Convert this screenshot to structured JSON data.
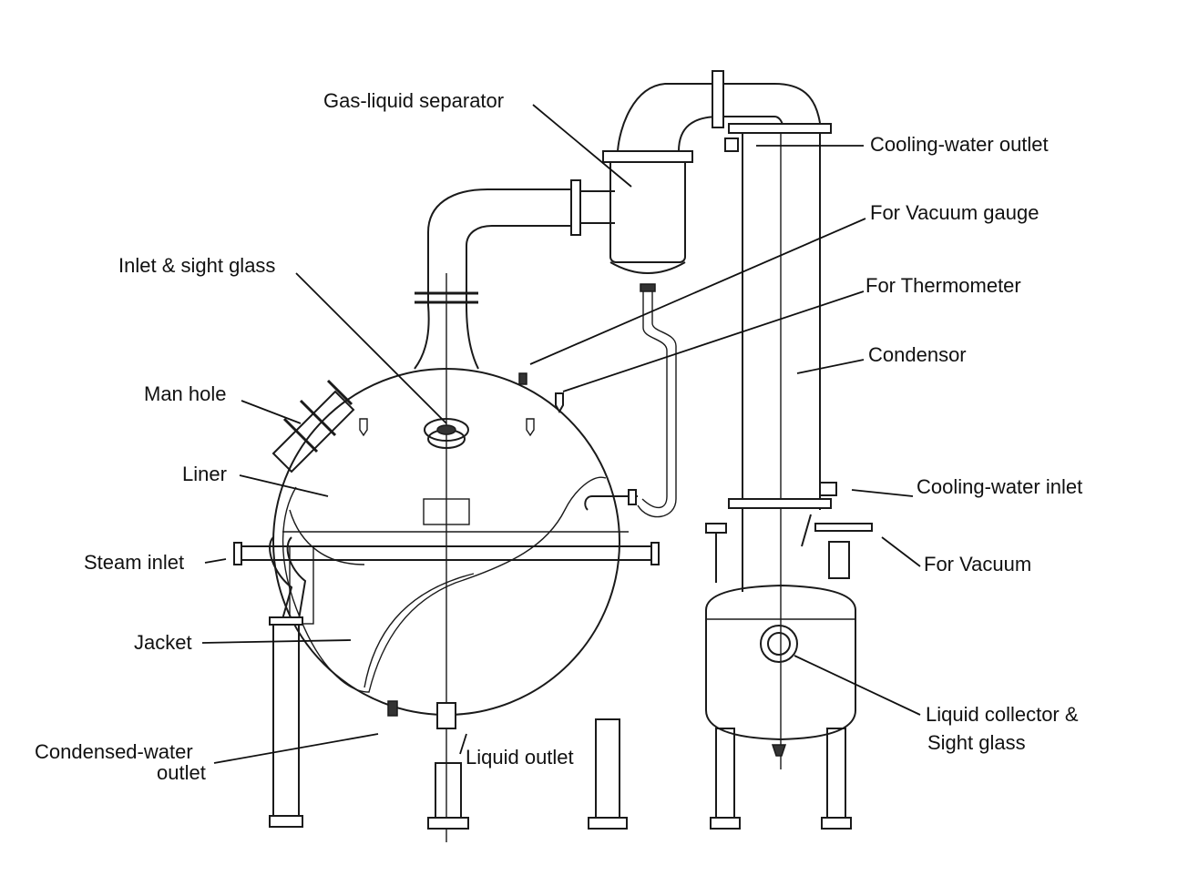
{
  "labels": {
    "gas_liquid_separator": "Gas-liquid separator",
    "cooling_water_outlet": "Cooling-water outlet",
    "for_vacuum_gauge": "For Vacuum gauge",
    "inlet_sight_glass": "Inlet & sight glass",
    "for_thermometer": "For Thermometer",
    "condensor": "Condensor",
    "man_hole": "Man hole",
    "liner": "Liner",
    "cooling_water_inlet": "Cooling-water inlet",
    "steam_inlet": "Steam inlet",
    "for_vacuum": "For Vacuum",
    "jacket": "Jacket",
    "liquid_collector_line1": "Liquid collector &",
    "liquid_collector_line2": "Sight glass",
    "condensed_water_line1": "Condensed-water",
    "condensed_water_line2": "outlet",
    "liquid_outlet": "Liquid outlet"
  }
}
